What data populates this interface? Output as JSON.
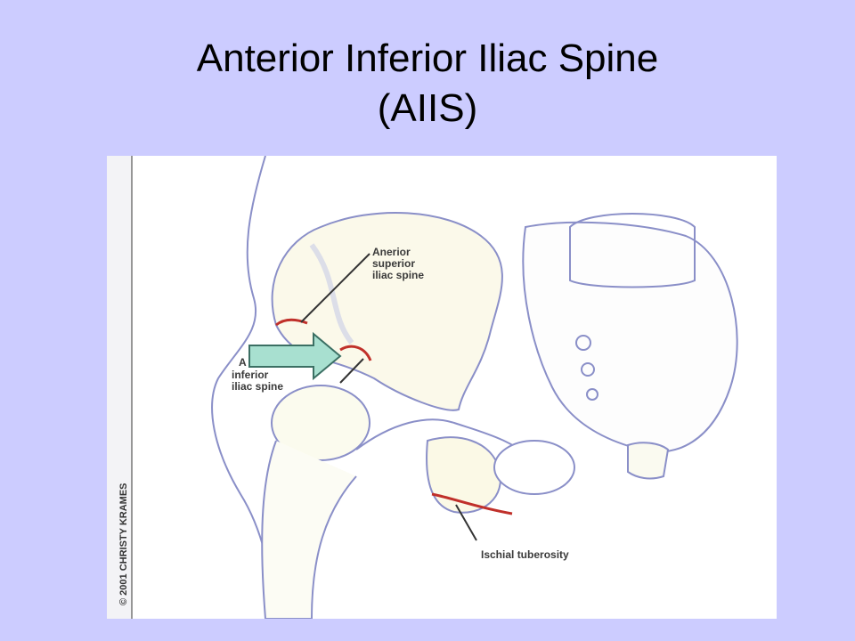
{
  "slide": {
    "title_line1": "Anterior Inferior Iliac Spine",
    "title_line2": "(AIIS)"
  },
  "figure": {
    "labels": {
      "asis": [
        "Anerior",
        "superior",
        "iliac spine"
      ],
      "aiis": [
        "A",
        "inferior",
        "iliac spine"
      ],
      "ischial": "Ischial tuberosity"
    },
    "copyright": "© 2001 CHRISTY KRAMES",
    "colors": {
      "slide_background": "#ccccff",
      "bone_outline": "#8a8fc8",
      "highlight_red": "#c0302a",
      "arrow_fill": "#a8e0d0"
    },
    "icons": [
      "pointer-arrow-icon"
    ]
  }
}
